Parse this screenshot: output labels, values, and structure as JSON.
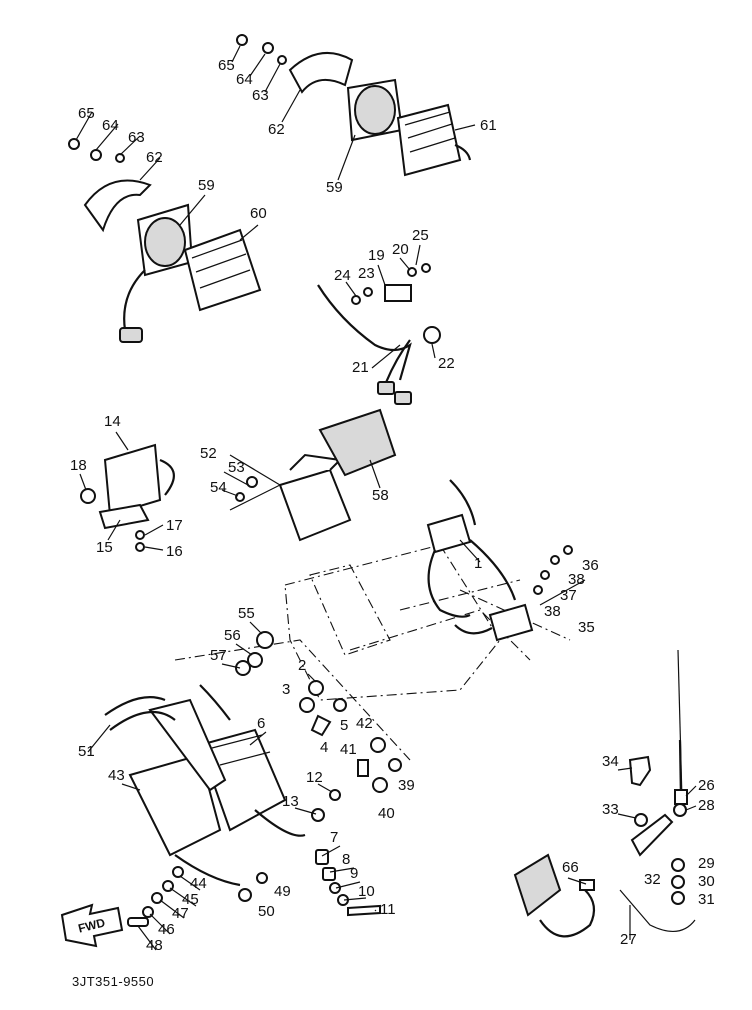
{
  "diagram": {
    "footer_code": "3JT351-9550",
    "fwd_label": "FWD",
    "callouts": [
      {
        "text": "65"
      },
      {
        "text": "64"
      },
      {
        "text": "63"
      },
      {
        "text": "62"
      },
      {
        "text": "61"
      },
      {
        "text": "59"
      },
      {
        "text": "65"
      },
      {
        "text": "64"
      },
      {
        "text": "63"
      },
      {
        "text": "62"
      },
      {
        "text": "59"
      },
      {
        "text": "60"
      },
      {
        "text": "25"
      },
      {
        "text": "20"
      },
      {
        "text": "19"
      },
      {
        "text": "24"
      },
      {
        "text": "23"
      },
      {
        "text": "21"
      },
      {
        "text": "22"
      },
      {
        "text": "14"
      },
      {
        "text": "18"
      },
      {
        "text": "15"
      },
      {
        "text": "17"
      },
      {
        "text": "16"
      },
      {
        "text": "52"
      },
      {
        "text": "53"
      },
      {
        "text": "54"
      },
      {
        "text": "58"
      },
      {
        "text": "1"
      },
      {
        "text": "36"
      },
      {
        "text": "38"
      },
      {
        "text": "37"
      },
      {
        "text": "38"
      },
      {
        "text": "35"
      },
      {
        "text": "55"
      },
      {
        "text": "56"
      },
      {
        "text": "57"
      },
      {
        "text": "2"
      },
      {
        "text": "3"
      },
      {
        "text": "5"
      },
      {
        "text": "4"
      },
      {
        "text": "42"
      },
      {
        "text": "41"
      },
      {
        "text": "39"
      },
      {
        "text": "40"
      },
      {
        "text": "51"
      },
      {
        "text": "6"
      },
      {
        "text": "43"
      },
      {
        "text": "12"
      },
      {
        "text": "13"
      },
      {
        "text": "7"
      },
      {
        "text": "8"
      },
      {
        "text": "9"
      },
      {
        "text": "10"
      },
      {
        "text": "11"
      },
      {
        "text": "44"
      },
      {
        "text": "45"
      },
      {
        "text": "47"
      },
      {
        "text": "46"
      },
      {
        "text": "48"
      },
      {
        "text": "49"
      },
      {
        "text": "50"
      },
      {
        "text": "34"
      },
      {
        "text": "26"
      },
      {
        "text": "28"
      },
      {
        "text": "33"
      },
      {
        "text": "29"
      },
      {
        "text": "30"
      },
      {
        "text": "32"
      },
      {
        "text": "31"
      },
      {
        "text": "66"
      },
      {
        "text": "27"
      }
    ]
  }
}
